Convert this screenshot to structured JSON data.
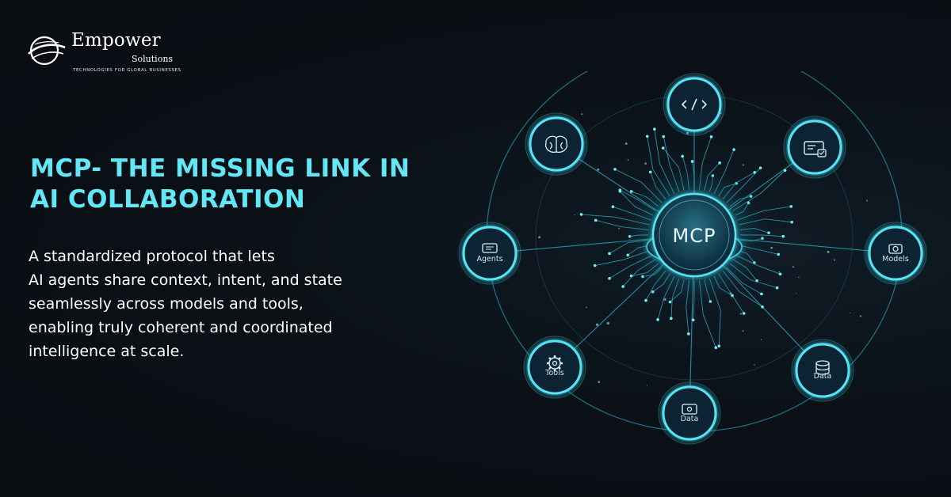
{
  "brand": {
    "name": "Empower",
    "sub": "Solutions",
    "tagline": "TECHNOLOGIES FOR GLOBAL BUSINESSES"
  },
  "headline": {
    "lines": [
      "MCP- THE MISSING LINK IN",
      "AI COLLABORATION"
    ]
  },
  "description": {
    "lines": [
      "A standardized protocol that lets",
      "AI agents share context, intent, and state",
      "seamlessly across models and tools,",
      "enabling truly coherent and coordinated",
      "intelligence at scale."
    ]
  },
  "diagram": {
    "center_label": "MCP",
    "nodes": [
      {
        "icon": "code-icon",
        "label": ""
      },
      {
        "icon": "dashboard-icon",
        "label": ""
      },
      {
        "icon": "models-icon",
        "label": "Models"
      },
      {
        "icon": "database-icon",
        "label": "Data"
      },
      {
        "icon": "data-icon",
        "label": "Data"
      },
      {
        "icon": "gear-icon",
        "label": "Tools"
      },
      {
        "icon": "agents-icon",
        "label": "Agents"
      },
      {
        "icon": "brain-icon",
        "label": ""
      }
    ]
  },
  "colors": {
    "accent": "#63e6f5",
    "glow": "#22c7e0",
    "background": "#0b1117"
  }
}
